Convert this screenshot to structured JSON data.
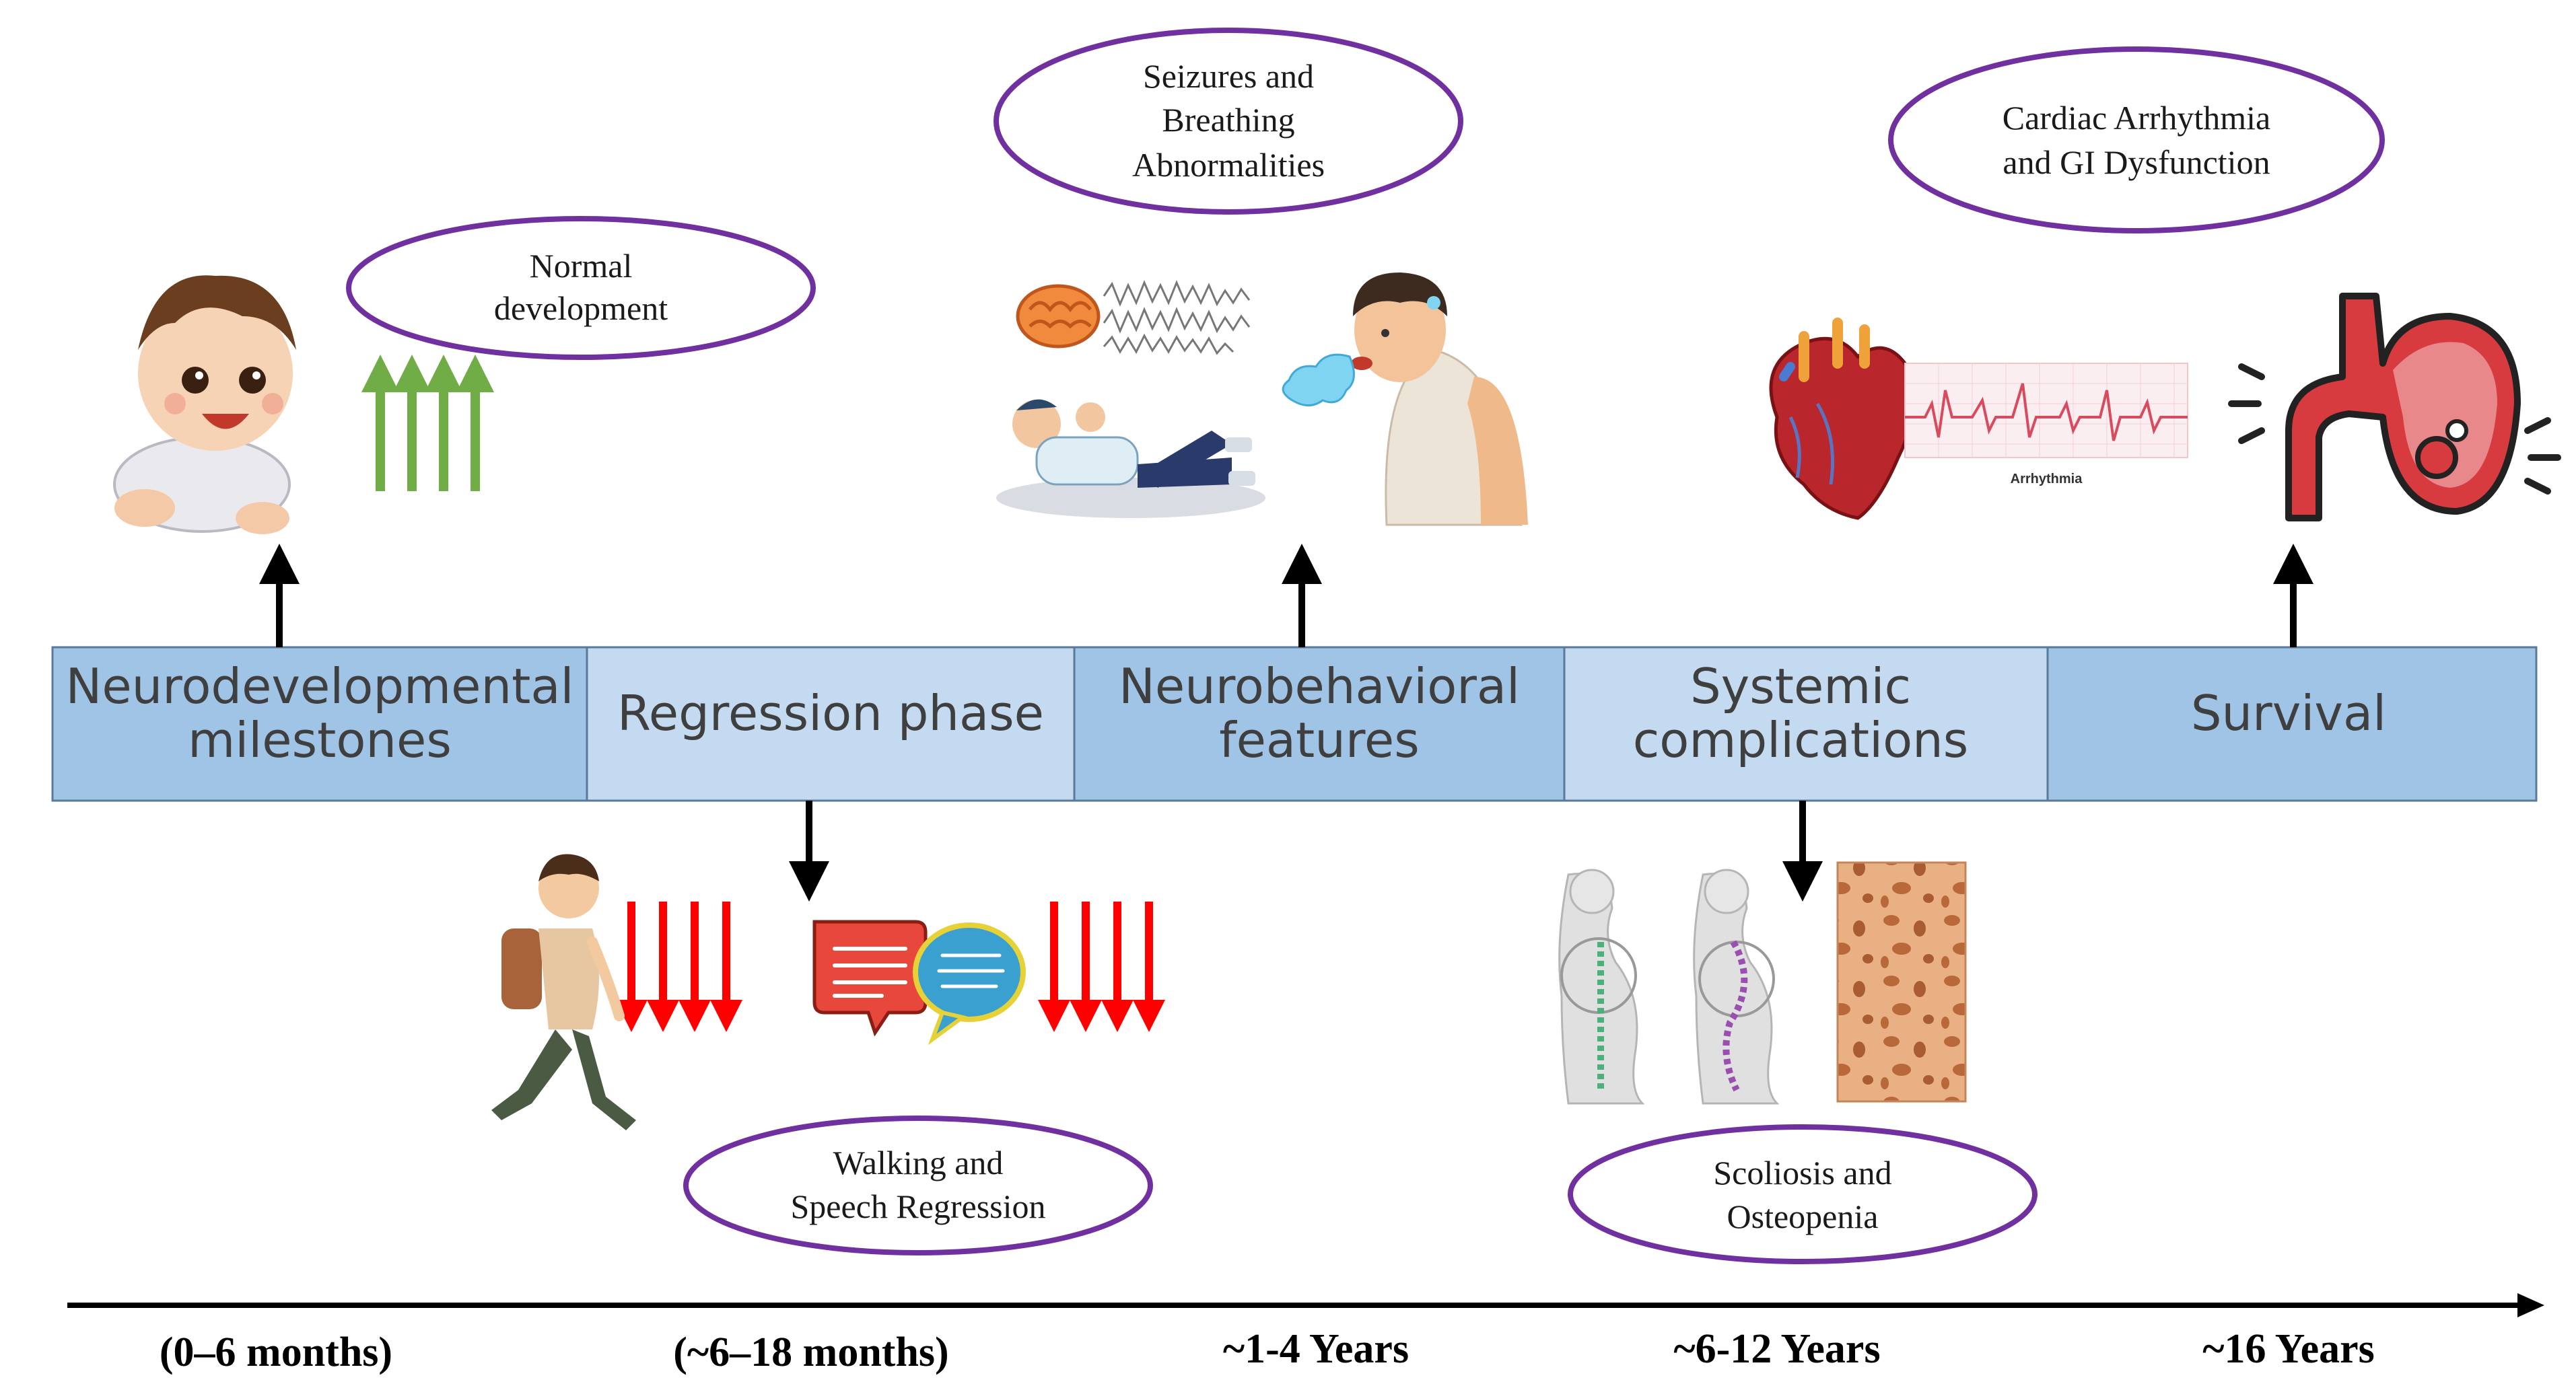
{
  "phases": [
    {
      "line1": "Neurodevelopmental",
      "line2": "milestones"
    },
    {
      "line1": "Regression phase",
      "line2": ""
    },
    {
      "line1": "Neurobehavioral",
      "line2": "features"
    },
    {
      "line1": "Systemic",
      "line2": "complications"
    },
    {
      "line1": "Survival",
      "line2": ""
    }
  ],
  "annotations": {
    "normal": {
      "line1": "Normal",
      "line2": "development"
    },
    "seizures": {
      "line1": "Seizures and",
      "line2": "Breathing",
      "line3": "Abnormalities"
    },
    "cardiac": {
      "line1": "Cardiac Arrhythmia",
      "line2": "and GI Dysfunction"
    },
    "walking": {
      "line1": "Walking and",
      "line2": "Speech Regression"
    },
    "scoliosis": {
      "line1": "Scoliosis and",
      "line2": "Osteopenia"
    }
  },
  "ecg_label": "Arrhythmia",
  "timeline": [
    "(0–6 months)",
    "(~6–18 months)",
    "~1-4 Years",
    "~6-12 Years",
    "~16 Years"
  ],
  "colors": {
    "phase_dark": "#9fc4e6",
    "phase_light": "#c3daf0",
    "ellipse_stroke": "#7030a0",
    "arrow_up_green": "#70ad47",
    "arrow_down_red": "#ff0000"
  },
  "icons": [
    "baby-icon",
    "brain-icon",
    "seizure-person-icon",
    "breathing-man-icon",
    "heart-icon",
    "ecg-icon",
    "stomach-icon",
    "walking-boy-icon",
    "speech-bubbles-icon",
    "spine-icon",
    "bone-texture-icon"
  ]
}
